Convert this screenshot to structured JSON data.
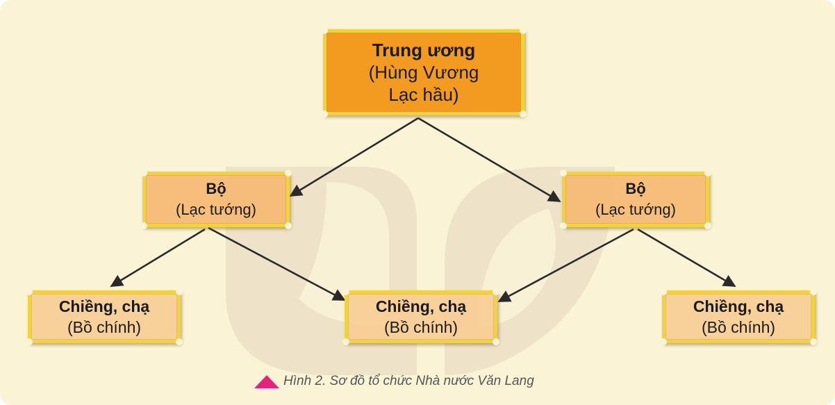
{
  "diagram": {
    "root": {
      "line1": "Trung ương",
      "line2": "(Hùng Vương",
      "line3": "Lạc hầu)"
    },
    "bo_left": {
      "line1": "Bộ",
      "line2": "(Lạc tướng)"
    },
    "bo_right": {
      "line1": "Bộ",
      "line2": "(Lạc tướng)"
    },
    "chieng_left": {
      "line1": "Chiềng, chạ",
      "line2": "(Bồ chính)"
    },
    "chieng_center": {
      "line1": "Chiềng, chạ",
      "line2": "(Bồ chính)"
    },
    "chieng_right": {
      "line1": "Chiềng, chạ",
      "line2": "(Bồ chính)"
    }
  },
  "caption": {
    "text": "Hình 2. Sơ đồ tổ chức Nhà nước Văn Lang"
  },
  "colors": {
    "background": "#faf3d6",
    "root_fill": "#f39a20",
    "mid_fill": "#f6ba73",
    "leaf_fill": "#f8cd96",
    "border": "#f2d33c",
    "arrow": "#2a2a2a",
    "caption_marker": "#e5237f",
    "watermark": "#e9dcc4"
  }
}
